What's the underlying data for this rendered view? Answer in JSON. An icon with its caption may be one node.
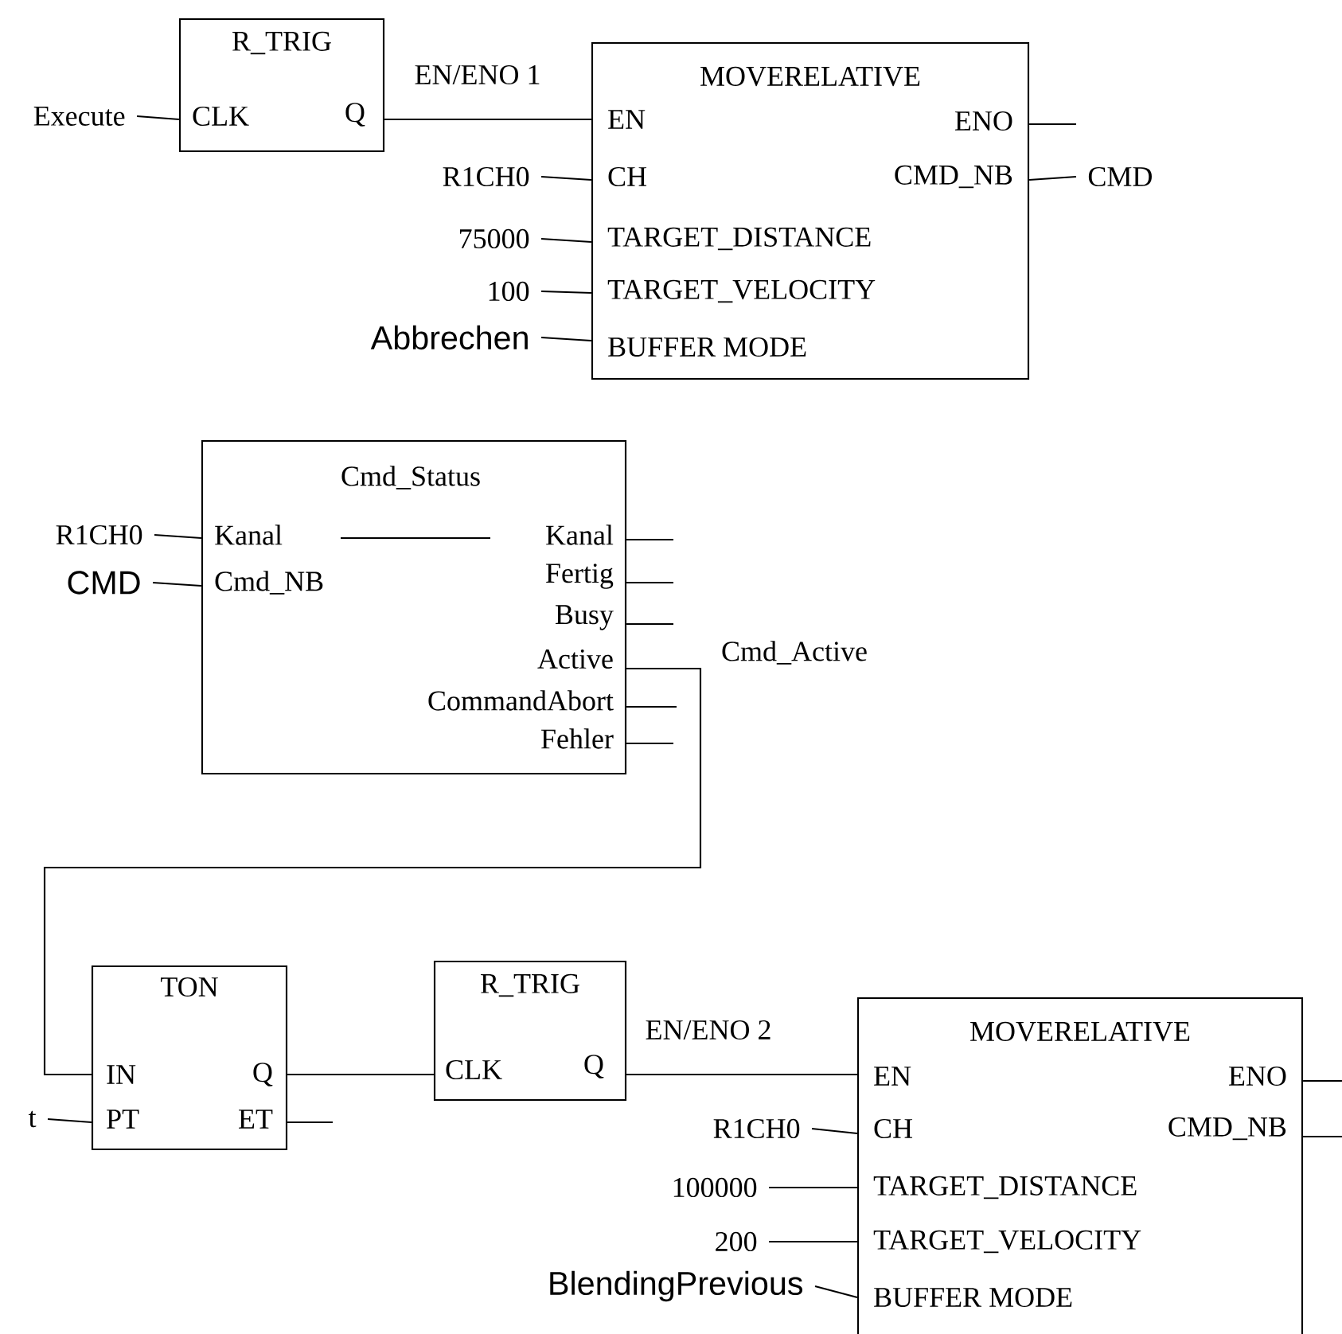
{
  "diagram": {
    "nodes": [
      {
        "text": [
          "R_TRIG",
          "CLK",
          "Q"
        ]
      },
      {
        "text": [
          "Execute"
        ]
      },
      {
        "text": [
          "MOVERELATIVE",
          "EN",
          "CH",
          "TARGET_DISTANCE",
          "TARGET_VELOCITY",
          "BUFFER MODE",
          "ENO",
          "CMD_NB"
        ]
      },
      {
        "text": [
          "R1CH0"
        ]
      },
      {
        "text": [
          "75000"
        ]
      },
      {
        "text": [
          "100"
        ]
      },
      {
        "text": [
          "Abbrechen"
        ]
      },
      {
        "text": [
          "CMD"
        ]
      },
      {
        "text": [
          "Cmd_Status",
          "Kanal",
          "Cmd_NB",
          "Kanal",
          "Fertig",
          "Busy",
          "Active",
          "CommandAbort",
          "Fehler"
        ]
      },
      {
        "text": [
          "R1CH0"
        ]
      },
      {
        "text": [
          "CMD"
        ]
      },
      {
        "text": [
          "TON",
          "IN",
          "PT",
          "Q",
          "ET"
        ]
      },
      {
        "text": [
          "t"
        ]
      },
      {
        "text": [
          "R_TRIG",
          "CLK",
          "Q"
        ]
      },
      {
        "text": [
          "MOVERELATIVE",
          "EN",
          "CH",
          "TARGET_DISTANCE",
          "TARGET_VELOCITY",
          "BUFFER MODE",
          "ENO",
          "CMD_NB"
        ]
      },
      {
        "text": [
          "R1CH0"
        ]
      },
      {
        "text": [
          "100000"
        ]
      },
      {
        "text": [
          "200"
        ]
      },
      {
        "text": [
          "BlendingPrevious"
        ]
      }
    ],
    "edges": [
      {
        "from": 1,
        "to": 0,
        "arrow": "none"
      },
      {
        "from": 0,
        "to": 2,
        "arrow": "none",
        "label": "EN/ENO 1"
      },
      {
        "from": 3,
        "to": 2,
        "arrow": "none"
      },
      {
        "from": 4,
        "to": 2,
        "arrow": "none"
      },
      {
        "from": 5,
        "to": 2,
        "arrow": "none"
      },
      {
        "from": 6,
        "to": 2,
        "arrow": "none"
      },
      {
        "from": 2,
        "to": null,
        "arrow": "none"
      },
      {
        "from": 2,
        "to": 7,
        "arrow": "none"
      },
      {
        "from": 9,
        "to": 8,
        "arrow": "none"
      },
      {
        "from": 10,
        "to": 8,
        "arrow": "none"
      },
      {
        "from": 8,
        "to": null,
        "arrow": "none"
      },
      {
        "from": 8,
        "to": null,
        "arrow": "none"
      },
      {
        "from": 8,
        "to": null,
        "arrow": "none"
      },
      {
        "from": 8,
        "to": 11,
        "arrow": "none",
        "label": "Cmd_Active"
      },
      {
        "from": 8,
        "to": null,
        "arrow": "none"
      },
      {
        "from": 8,
        "to": null,
        "arrow": "none"
      },
      {
        "from": 12,
        "to": 11,
        "arrow": "none"
      },
      {
        "from": 11,
        "to": 13,
        "arrow": "none"
      },
      {
        "from": 11,
        "to": null,
        "arrow": "none"
      },
      {
        "from": 13,
        "to": 14,
        "arrow": "none",
        "label": "EN/ENO 2"
      },
      {
        "from": 15,
        "to": 14,
        "arrow": "none"
      },
      {
        "from": 16,
        "to": 14,
        "arrow": "none"
      },
      {
        "from": 17,
        "to": 14,
        "arrow": "none"
      },
      {
        "from": 18,
        "to": 14,
        "arrow": "none"
      },
      {
        "from": 14,
        "to": null,
        "arrow": "none"
      },
      {
        "from": 14,
        "to": null,
        "arrow": "none"
      }
    ]
  }
}
